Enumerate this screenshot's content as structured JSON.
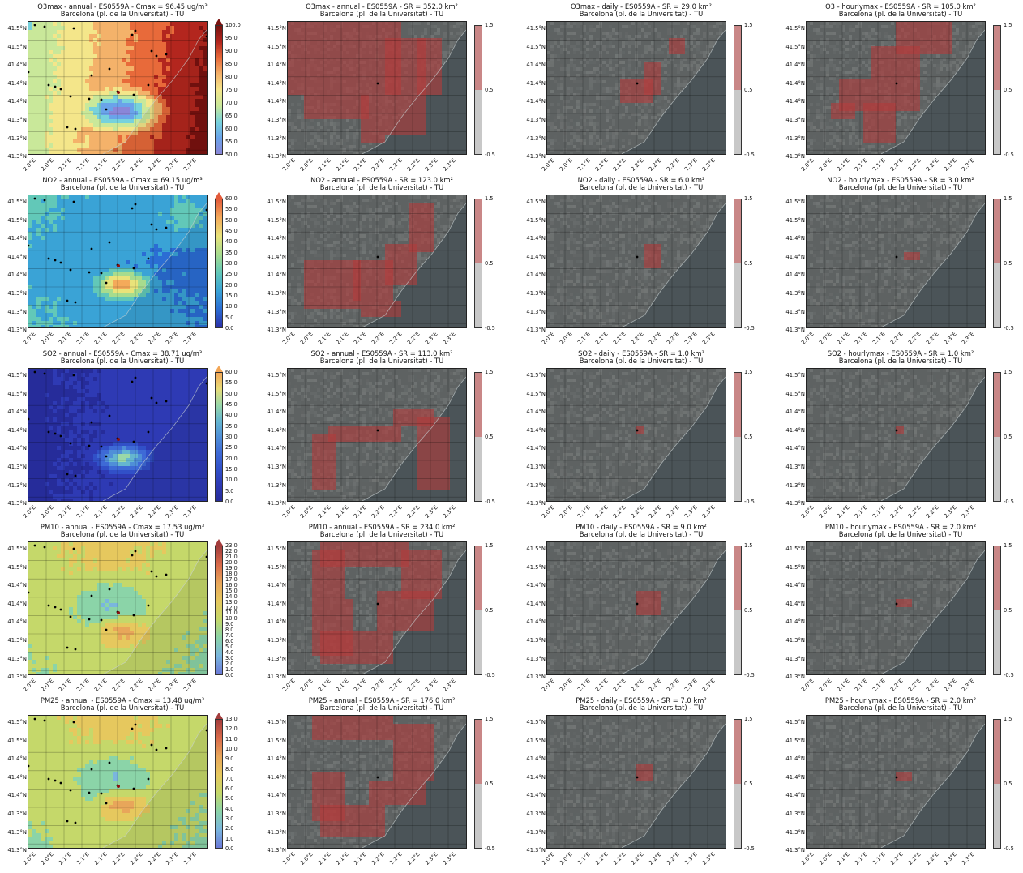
{
  "chart_data": [
    {
      "type": "heatmap",
      "title": "O3max - annual - ES0559A - Cmax = 96.45 ug/m³",
      "subtitle": "Barcelona (pl. de la Universitat) - TU",
      "variant": "conc",
      "palette": "o3",
      "colorbar": {
        "ticks": [
          "100.0",
          "95.0",
          "90.0",
          "85.0",
          "80.0",
          "75.0",
          "70.0",
          "65.0",
          "60.0",
          "55.0",
          "50.0"
        ],
        "extend_top": true
      }
    },
    {
      "type": "heatmap",
      "title": "O3max - annual - ES0559A - SR = 352.0 km²",
      "subtitle": "Barcelona (pl. de la Universitat) - TU",
      "variant": "sr",
      "area_km2": 352.0,
      "colorbar": {
        "ticks": [
          "1.5",
          "0.5",
          "-0.5"
        ]
      }
    },
    {
      "type": "heatmap",
      "title": "O3max - daily - ES0559A - SR = 29.0 km²",
      "subtitle": "Barcelona (pl. de la Universitat) - TU",
      "variant": "sr",
      "area_km2": 29.0,
      "colorbar": {
        "ticks": [
          "1.5",
          "0.5",
          "-0.5"
        ]
      }
    },
    {
      "type": "heatmap",
      "title": "O3 - hourlymax - ES0559A - SR = 105.0 km²",
      "subtitle": "Barcelona (pl. de la Universitat) - TU",
      "variant": "sr",
      "area_km2": 105.0,
      "colorbar": {
        "ticks": [
          "1.5",
          "0.5",
          "-0.5"
        ]
      }
    },
    {
      "type": "heatmap",
      "title": "NO2 - annual - ES0559A - Cmax = 69.15 ug/m³",
      "subtitle": "Barcelona (pl. de la Universitat) - TU",
      "variant": "conc",
      "palette": "no2",
      "colorbar": {
        "ticks": [
          "60.0",
          "55.0",
          "50.0",
          "45.0",
          "40.0",
          "35.0",
          "30.0",
          "25.0",
          "20.0",
          "15.0",
          "10.0",
          "5.0",
          "0.0"
        ],
        "extend_top": true
      }
    },
    {
      "type": "heatmap",
      "title": "NO2 - annual - ES0559A - SR = 123.0 km²",
      "subtitle": "Barcelona (pl. de la Universitat) - TU",
      "variant": "sr",
      "area_km2": 123.0,
      "colorbar": {
        "ticks": [
          "1.5",
          "0.5",
          "-0.5"
        ]
      }
    },
    {
      "type": "heatmap",
      "title": "NO2 - daily - ES0559A - SR = 6.0 km²",
      "subtitle": "Barcelona (pl. de la Universitat) - TU",
      "variant": "sr",
      "area_km2": 6.0,
      "colorbar": {
        "ticks": [
          "1.5",
          "0.5",
          "-0.5"
        ]
      }
    },
    {
      "type": "heatmap",
      "title": "NO2 - hourlymax - ES0559A - SR = 3.0 km²",
      "subtitle": "Barcelona (pl. de la Universitat) - TU",
      "variant": "sr",
      "area_km2": 3.0,
      "colorbar": {
        "ticks": [
          "1.5",
          "0.5",
          "-0.5"
        ]
      }
    },
    {
      "type": "heatmap",
      "title": "SO2 - annual - ES0559A - Cmax = 38.71 ug/m³",
      "subtitle": "Barcelona (pl. de la Universitat) - TU",
      "variant": "conc",
      "palette": "so2",
      "colorbar": {
        "ticks": [
          "60.0",
          "55.0",
          "50.0",
          "45.0",
          "40.0",
          "35.0",
          "30.0",
          "25.0",
          "20.0",
          "15.0",
          "10.0",
          "5.0",
          "0.0"
        ],
        "extend_top": true
      }
    },
    {
      "type": "heatmap",
      "title": "SO2 - annual - ES0559A - SR = 113.0 km²",
      "subtitle": "Barcelona (pl. de la Universitat) - TU",
      "variant": "sr",
      "area_km2": 113.0,
      "colorbar": {
        "ticks": [
          "1.5",
          "0.5",
          "-0.5"
        ]
      }
    },
    {
      "type": "heatmap",
      "title": "SO2 - daily - ES0559A - SR = 1.0 km²",
      "subtitle": "Barcelona (pl. de la Universitat) - TU",
      "variant": "sr",
      "area_km2": 1.0,
      "colorbar": {
        "ticks": [
          "1.5",
          "0.5",
          "-0.5"
        ]
      }
    },
    {
      "type": "heatmap",
      "title": "SO2 - hourlymax - ES0559A - SR = 1.0 km²",
      "subtitle": "Barcelona (pl. de la Universitat) - TU",
      "variant": "sr",
      "area_km2": 1.0,
      "colorbar": {
        "ticks": [
          "1.5",
          "0.5",
          "-0.5"
        ]
      }
    },
    {
      "type": "heatmap",
      "title": "PM10 - annual - ES0559A - Cmax = 17.53 ug/m³",
      "subtitle": "Barcelona (pl. de la Universitat) - TU",
      "variant": "conc",
      "palette": "pm",
      "colorbar": {
        "ticks": [
          "23.0",
          "22.0",
          "21.0",
          "20.0",
          "19.0",
          "18.0",
          "17.0",
          "16.0",
          "15.0",
          "14.0",
          "13.0",
          "12.0",
          "11.0",
          "10.0",
          "9.0",
          "8.0",
          "7.0",
          "6.0",
          "5.0",
          "4.0",
          "3.0",
          "2.0",
          "1.0",
          "0.0"
        ],
        "extend_top": true
      }
    },
    {
      "type": "heatmap",
      "title": "PM10 - annual - ES0559A - SR = 234.0 km²",
      "subtitle": "Barcelona (pl. de la Universitat) - TU",
      "variant": "sr",
      "area_km2": 234.0,
      "colorbar": {
        "ticks": [
          "1.5",
          "0.5",
          "-0.5"
        ]
      }
    },
    {
      "type": "heatmap",
      "title": "PM10 - daily - ES0559A - SR = 9.0 km²",
      "subtitle": "Barcelona (pl. de la Universitat) - TU",
      "variant": "sr",
      "area_km2": 9.0,
      "colorbar": {
        "ticks": [
          "1.5",
          "0.5",
          "-0.5"
        ]
      }
    },
    {
      "type": "heatmap",
      "title": "PM10 - hourlymax - ES0559A - SR = 2.0 km²",
      "subtitle": "Barcelona (pl. de la Universitat) - TU",
      "variant": "sr",
      "area_km2": 2.0,
      "colorbar": {
        "ticks": [
          "1.5",
          "0.5",
          "-0.5"
        ]
      }
    },
    {
      "type": "heatmap",
      "title": "PM25 - annual - ES0559A - Cmax = 13.48 ug/m³",
      "subtitle": "Barcelona (pl. de la Universitat) - TU",
      "variant": "conc",
      "palette": "pm",
      "colorbar": {
        "ticks": [
          "13.0",
          "12.0",
          "11.0",
          "10.0",
          "9.0",
          "8.0",
          "7.0",
          "6.0",
          "5.0",
          "4.0",
          "3.0",
          "2.0",
          "1.0",
          "0.0"
        ],
        "extend_top": true
      }
    },
    {
      "type": "heatmap",
      "title": "PM25 - annual - ES0559A - SR = 176.0 km²",
      "subtitle": "Barcelona (pl. de la Universitat) - TU",
      "variant": "sr",
      "area_km2": 176.0,
      "colorbar": {
        "ticks": [
          "1.5",
          "0.5",
          "-0.5"
        ]
      }
    },
    {
      "type": "heatmap",
      "title": "PM25 - daily - ES0559A - SR = 7.0 km²",
      "subtitle": "Barcelona (pl. de la Universitat) - TU",
      "variant": "sr",
      "area_km2": 7.0,
      "colorbar": {
        "ticks": [
          "1.5",
          "0.5",
          "-0.5"
        ]
      }
    },
    {
      "type": "heatmap",
      "title": "PM25 - hourlymax - ES0559A - SR = 2.0 km²",
      "subtitle": "Barcelona (pl. de la Universitat) - TU",
      "variant": "sr",
      "area_km2": 2.0,
      "colorbar": {
        "ticks": [
          "1.5",
          "0.5",
          "-0.5"
        ]
      }
    }
  ],
  "axes": {
    "ytick_labels": [
      "41.5°N",
      "41.5°N",
      "41.4°N",
      "41.4°N",
      "41.4°N",
      "41.3°N",
      "41.3°N",
      "41.3°N"
    ],
    "xtick_labels": [
      "2.0°E",
      "2.0°E",
      "2.1°E",
      "2.1°E",
      "2.1°E",
      "2.2°E",
      "2.2°E",
      "2.2°E",
      "2.3°E",
      "2.3°E"
    ]
  },
  "colors": {
    "sr_red": "#b23b3b",
    "sr_gray": "#c8c8c8",
    "sr_pink": "#c98787",
    "dark_map": "#5e6262",
    "sea": "#4b5458"
  }
}
